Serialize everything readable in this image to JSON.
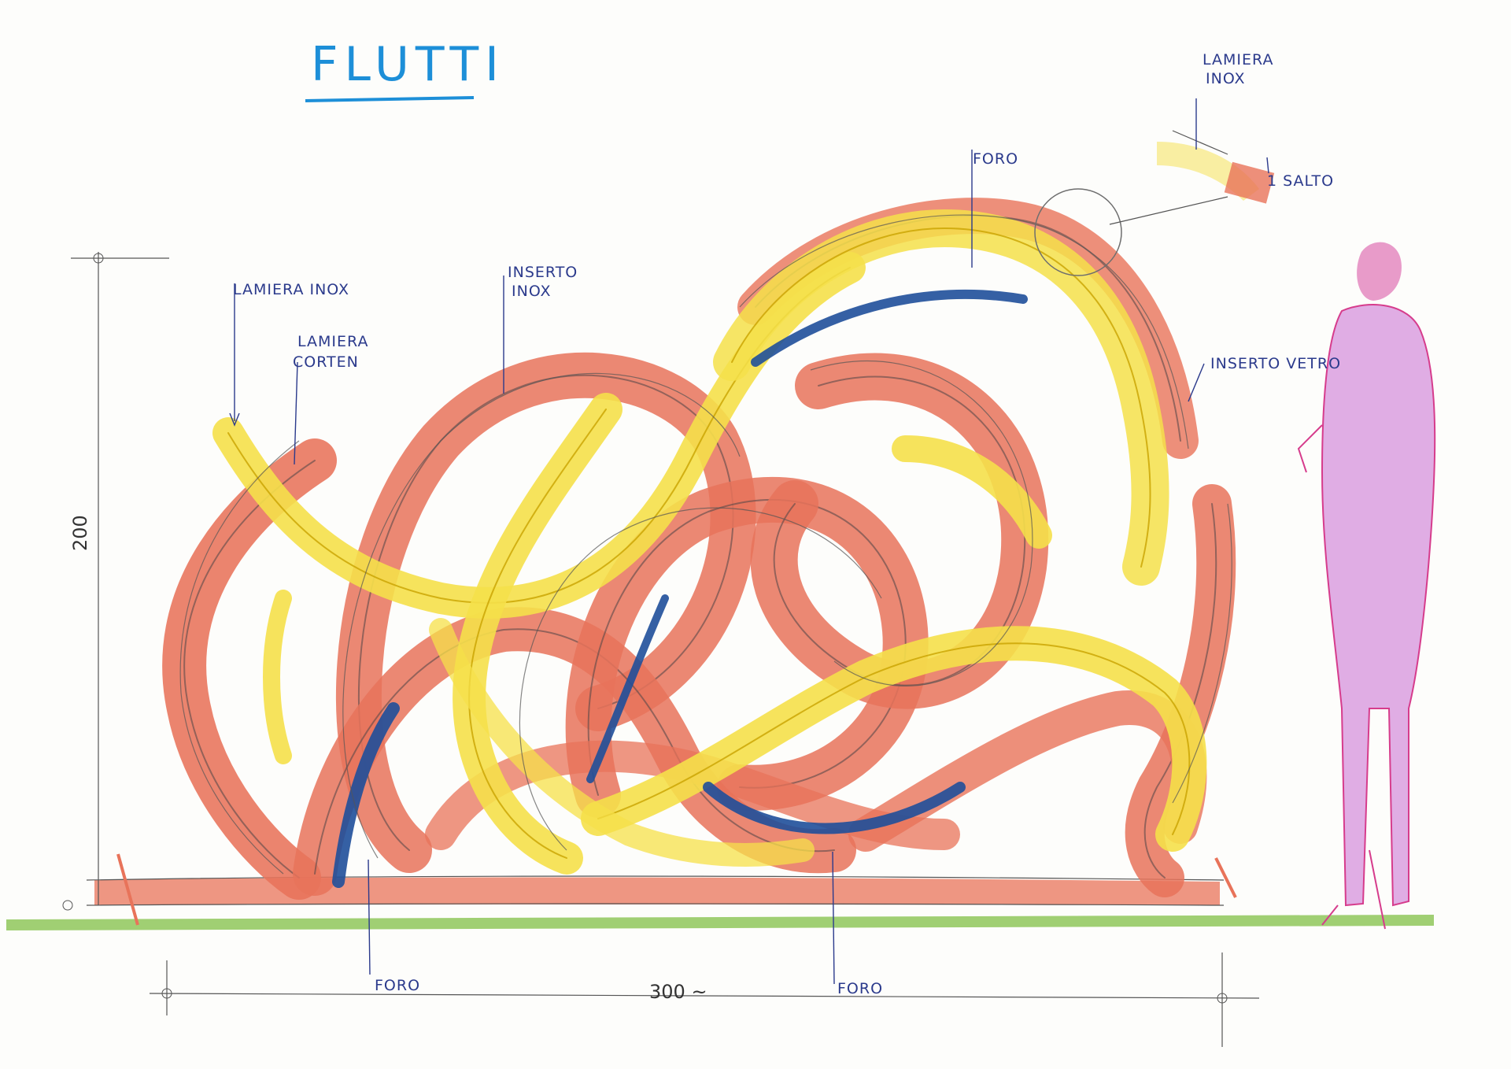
{
  "title": "FLUTTI",
  "labels": {
    "lamiera_inox_left": "LAMIERA INOX",
    "lamiera_corten_line1": "LAMIERA",
    "lamiera_corten_line2": "CORTEN",
    "inserto_inox_line1": "INSERTO",
    "inserto_inox_line2": "INOX",
    "foro_top": "FORO",
    "inserto_vetro": "INSERTO VETRO",
    "detail_lamiera_line1": "LAMIERA",
    "detail_lamiera_line2": "INOX",
    "detail_salto": "1 SALTO",
    "foro_bottom_left": "FORO",
    "foro_bottom_right": "FORO"
  },
  "dimensions": {
    "height": "200",
    "width": "300 ~"
  },
  "colors": {
    "corten": "#e8735a",
    "inox": "#f5e04a",
    "glass": "#1f4f9a",
    "ground": "#8fc75a",
    "figure": "#d63c8c",
    "title": "#1d8fd8",
    "annotation": "#2b3a8c"
  }
}
